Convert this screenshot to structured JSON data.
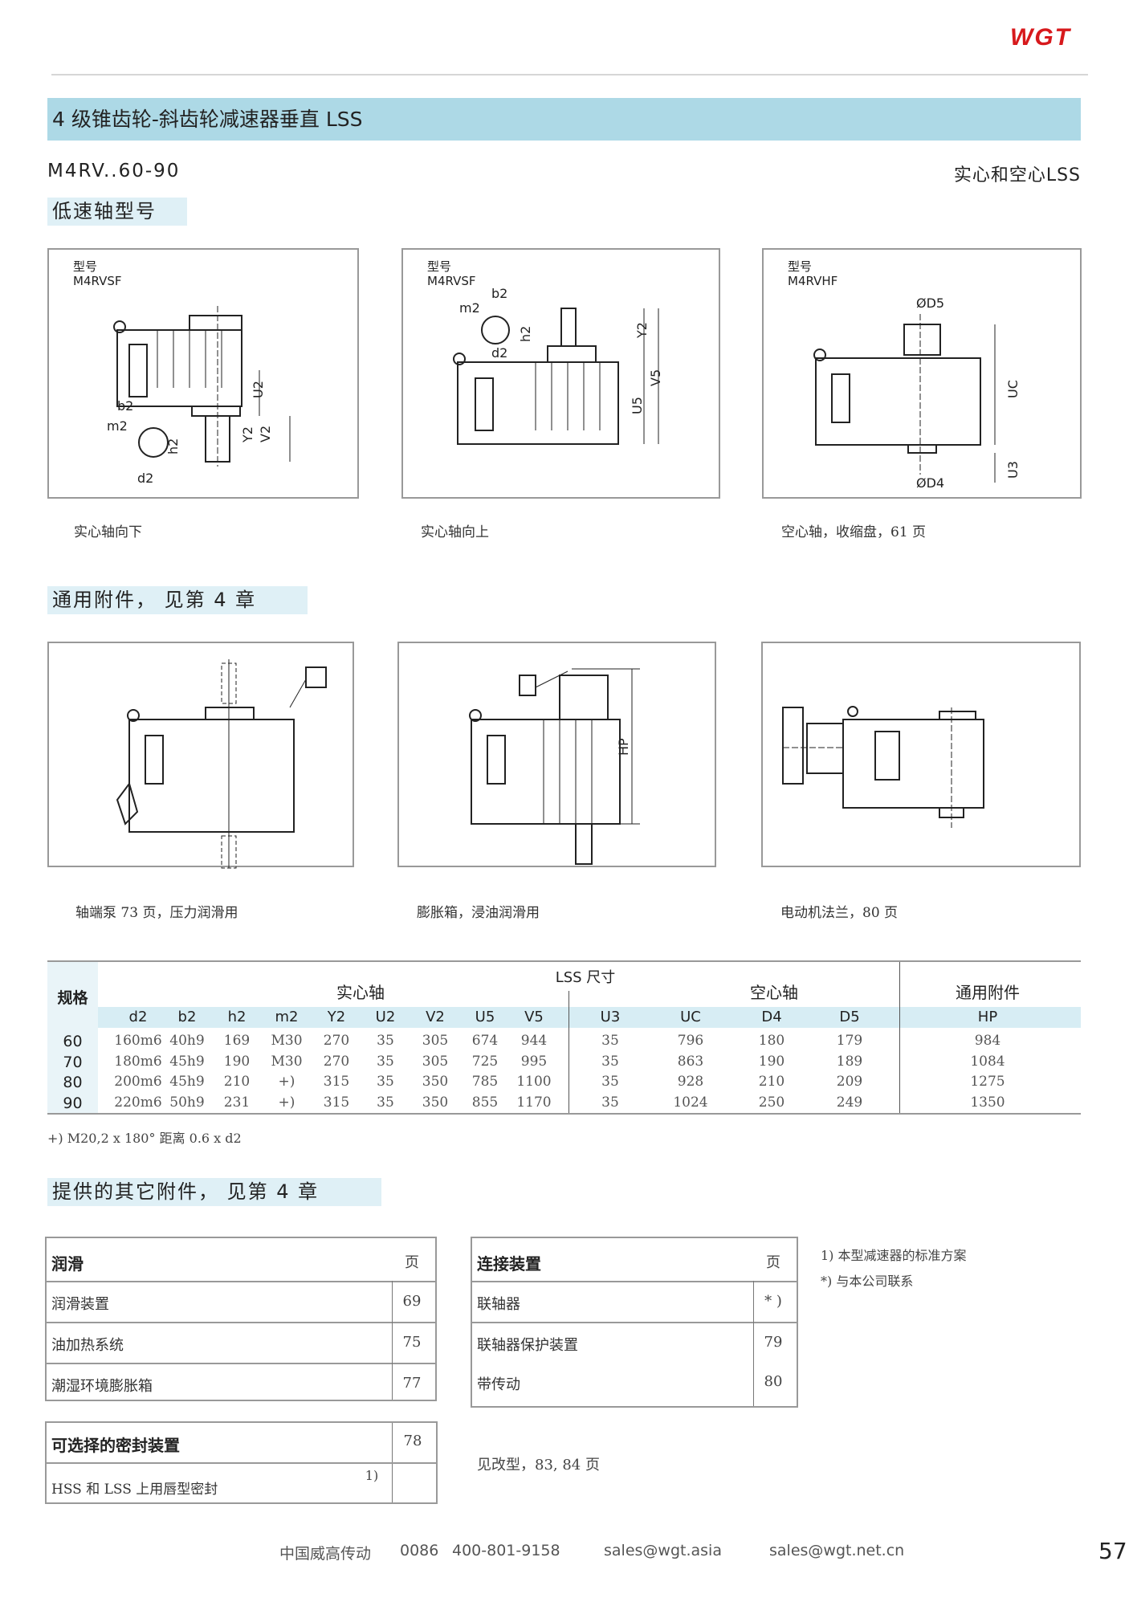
{
  "brand": {
    "logo": "WGT",
    "accent": "#d7191c",
    "band_color": "#add9e6"
  },
  "header": {
    "title": "4 级锥齿轮-斜齿轮减速器垂直 LSS",
    "model_range": "M4RV..60-90",
    "shaft_type": "实心和空心LSS"
  },
  "section1": {
    "title": "低速轴型号",
    "figures": [
      {
        "type_label": "型号",
        "model": "M4RVSF",
        "dims": [
          "U2",
          "Y2",
          "V2",
          "b2",
          "m2",
          "h2",
          "d2"
        ],
        "caption": "实心轴向下"
      },
      {
        "type_label": "型号",
        "model": "M4RVSF",
        "dims": [
          "b2",
          "m2",
          "h2",
          "d2",
          "Y2",
          "U5",
          "V5"
        ],
        "caption": "实心轴向上"
      },
      {
        "type_label": "型号",
        "model": "M4RVHF",
        "dims": [
          "ØD5",
          "UC",
          "U3",
          "ØD4"
        ],
        "caption": "空心轴，收缩盘，61 页"
      }
    ]
  },
  "section2": {
    "title": "通用附件， 见第 4 章",
    "figures": [
      {
        "caption": "轴端泵 73 页，压力润滑用"
      },
      {
        "caption": "膨胀箱，浸油润滑用",
        "dim": "HP"
      },
      {
        "caption": "电动机法兰，80 页"
      }
    ]
  },
  "table": {
    "spec_header": "规格",
    "group_title": "LSS 尺寸",
    "solid_header": "实心轴",
    "hollow_header": "空心轴",
    "acc_header": "通用附件",
    "columns": [
      "d2",
      "b2",
      "h2",
      "m2",
      "Y2",
      "U2",
      "V2",
      "U5",
      "V5",
      "U3",
      "UC",
      "D4",
      "D5",
      "HP"
    ],
    "rows": [
      {
        "size": "60",
        "values": [
          "160m6",
          "40h9",
          "169",
          "M30",
          "270",
          "35",
          "305",
          "674",
          "944",
          "35",
          "796",
          "180",
          "179",
          "984"
        ]
      },
      {
        "size": "70",
        "values": [
          "180m6",
          "45h9",
          "190",
          "M30",
          "270",
          "35",
          "305",
          "725",
          "995",
          "35",
          "863",
          "190",
          "189",
          "1084"
        ]
      },
      {
        "size": "80",
        "values": [
          "200m6",
          "45h9",
          "210",
          "+)",
          "315",
          "35",
          "350",
          "785",
          "1100",
          "35",
          "928",
          "210",
          "209",
          "1275"
        ]
      },
      {
        "size": "90",
        "values": [
          "220m6",
          "50h9",
          "231",
          "+)",
          "315",
          "35",
          "350",
          "855",
          "1170",
          "35",
          "1024",
          "250",
          "249",
          "1350"
        ]
      }
    ],
    "footnote": "+) M20,2 x 180° 距离 0.6 x d2"
  },
  "section3": {
    "title": "提供的其它附件， 见第 4 章",
    "lubrication": {
      "title": "润滑",
      "page_header": "页",
      "items": [
        {
          "label": "润滑装置",
          "page": "69"
        },
        {
          "label": "油加热系统",
          "page": "75"
        },
        {
          "label": "潮湿环境膨胀箱",
          "page": "77"
        }
      ]
    },
    "coupling": {
      "title": "连接装置",
      "page_header": "页",
      "items": [
        {
          "label": "联轴器",
          "page": "* )"
        },
        {
          "label": "联轴器保护装置",
          "page": "79"
        },
        {
          "label": "带传动",
          "page": "80"
        }
      ]
    },
    "seals": {
      "title": "可选择的密封装置",
      "page": "78",
      "items": [
        {
          "label": "HSS 和 LSS 上用唇型密封",
          "mark": "1)"
        }
      ]
    },
    "notes": [
      "1) 本型减速器的标准方案",
      "*) 与本公司联系"
    ],
    "see_also": "见改型，83, 84 页"
  },
  "footer": {
    "company": "中国威高传动",
    "country_code": "0086",
    "phone": "400-801-9158",
    "email1": "sales@wgt.asia",
    "email2": "sales@wgt.net.cn",
    "page": "57"
  }
}
